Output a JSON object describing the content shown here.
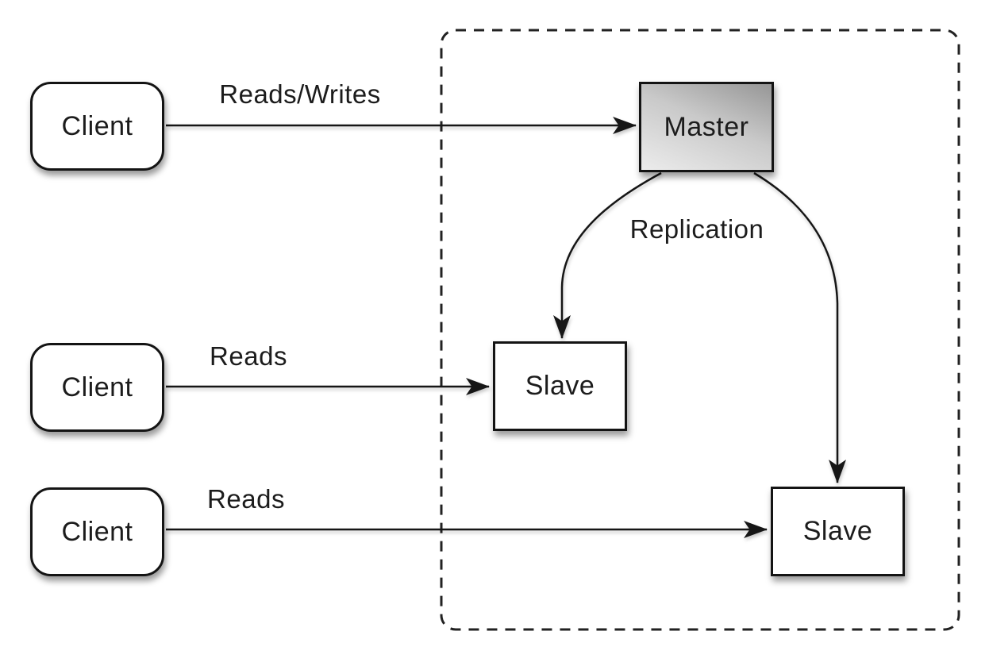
{
  "diagram": {
    "type": "architecture-diagram",
    "subject": "database master-slave replication",
    "nodes": {
      "client1": {
        "label": "Client"
      },
      "client2": {
        "label": "Client"
      },
      "client3": {
        "label": "Client"
      },
      "master": {
        "label": "Master"
      },
      "slave1": {
        "label": "Slave"
      },
      "slave2": {
        "label": "Slave"
      }
    },
    "edges": {
      "client1_to_master": {
        "label": "Reads/Writes"
      },
      "client2_to_slave1": {
        "label": "Reads"
      },
      "client3_to_slave2": {
        "label": "Reads"
      },
      "master_to_slaves": {
        "label": "Replication"
      }
    },
    "colors": {
      "background": "#ffffff",
      "stroke": "#141414",
      "text": "#1c1c1c",
      "client_fill": "#ffffff",
      "slave_fill": "#ffffff",
      "master_gradient_top": "#969696",
      "master_gradient_bottom": "#ececec",
      "dashed_boundary": "#222222"
    }
  }
}
